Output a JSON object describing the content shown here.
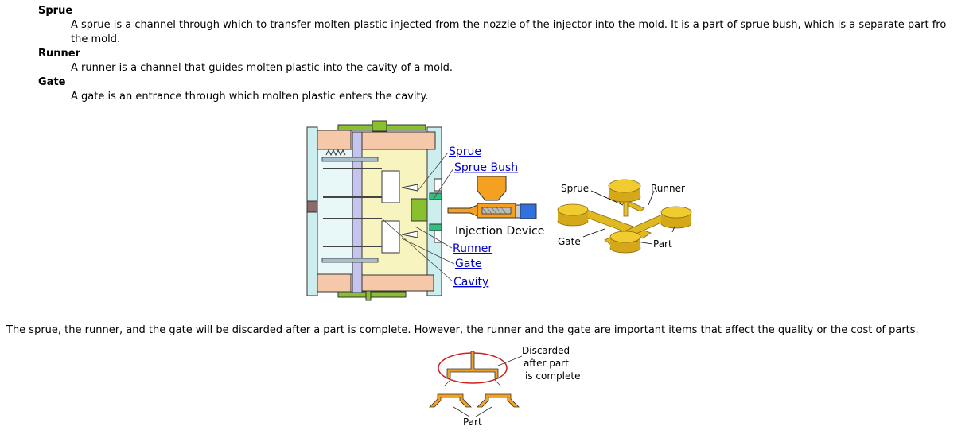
{
  "terms": [
    {
      "term": "Sprue",
      "definition_line1": "A sprue is a channel through which to transfer molten plastic injected from the nozzle of the injector into the mold. It is a part of sprue bush, which is a separate part fro",
      "definition_line2": "the mold."
    },
    {
      "term": "Runner",
      "definition": "A runner is a channel that guides molten plastic into the cavity of a mold."
    },
    {
      "term": "Gate",
      "definition": "A gate is an entrance through which molten plastic enters the cavity."
    }
  ],
  "mold_diagram": {
    "links": [
      "Sprue",
      "Sprue Bush",
      "Runner",
      "Gate",
      "Cavity"
    ],
    "injection_label": "Injection Device"
  },
  "part_diagram": {
    "labels": [
      "Sprue",
      "Runner",
      "Gate",
      "Part"
    ]
  },
  "paragraph": "The sprue, the runner, and the gate will be discarded after a part is complete. However, the runner and the gate are important items that affect the quality or the cost of parts.",
  "discard_diagram": {
    "note_line1": "Discarded",
    "note_line2": "after part",
    "note_line3": "is complete",
    "part_label": "Part"
  },
  "colors": {
    "link": "#0000cc",
    "plate_cyan": "#cdeeee",
    "plate_pink": "#f4c8a8",
    "plate_yellow": "#f8f4c0",
    "plate_lavender": "#c4c4ec",
    "accent_green": "#88c030",
    "plastic_orange": "#f4a020",
    "plastic_gold": "#e0b820",
    "discard_ring": "#d02020"
  }
}
